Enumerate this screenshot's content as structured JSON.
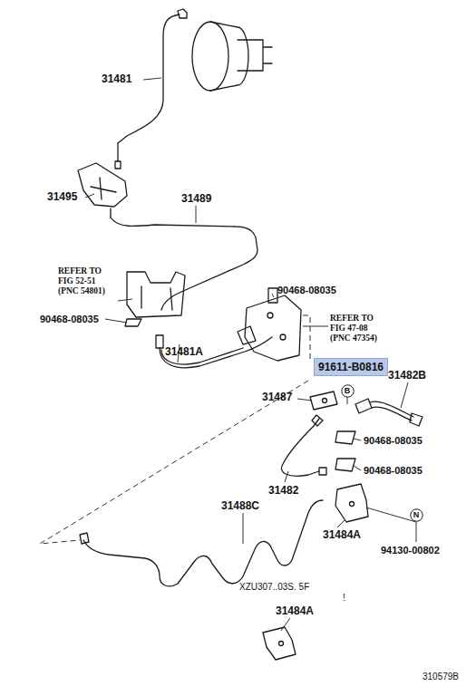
{
  "diagram": {
    "nodes": [
      {
        "text": [
          "91611-B0816"
        ]
      },
      {
        "text": [
          "B"
        ]
      },
      {
        "text": [
          "N"
        ]
      }
    ],
    "labels": [
      "31481",
      "31495",
      "31489",
      "REFER TO FIG 52-51 (PNC 54801)",
      "90468-08035",
      "90468-08035",
      "REFER TO FIG 47-08 (PNC 47354)",
      "31481A",
      "31482B",
      "31487",
      "90468-08035",
      "90468-08035",
      "31482",
      "31488C",
      "31484A",
      "94130-00802",
      "XZU307..03S. 5F",
      "!",
      "31484A",
      "310579B"
    ]
  }
}
